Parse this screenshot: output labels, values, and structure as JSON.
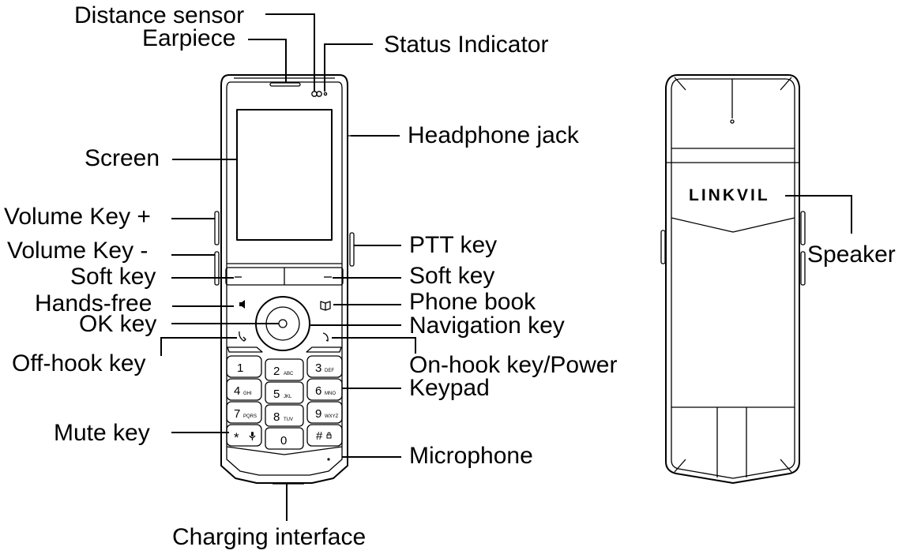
{
  "labels": {
    "distance_sensor": "Distance sensor",
    "earpiece": "Earpiece",
    "status_indicator": "Status Indicator",
    "headphone_jack": "Headphone jack",
    "screen": "Screen",
    "volume_up": "Volume Key +",
    "volume_down": "Volume Key -",
    "soft_key_left": "Soft key",
    "soft_key_right": "Soft key",
    "ptt_key": "PTT key",
    "hands_free": "Hands-free",
    "ok_key": "OK key",
    "phone_book": "Phone book",
    "navigation_key": "Navigation key",
    "off_hook_key": "Off-hook key",
    "on_hook_key": "On-hook key/Power",
    "keypad": "Keypad",
    "mute_key": "Mute key",
    "microphone": "Microphone",
    "charging_interface": "Charging interface",
    "speaker": "Speaker"
  },
  "brand": "LINKVIL",
  "keypad": {
    "digits": [
      "1",
      "2",
      "3",
      "4",
      "5",
      "6",
      "7",
      "8",
      "9",
      "*",
      "0",
      "#"
    ],
    "letters": [
      "",
      "ABC",
      "DEF",
      "GHI",
      "JKL",
      "MNO",
      "PQRS",
      "TUV",
      "WXYZ",
      "",
      "",
      ""
    ]
  }
}
